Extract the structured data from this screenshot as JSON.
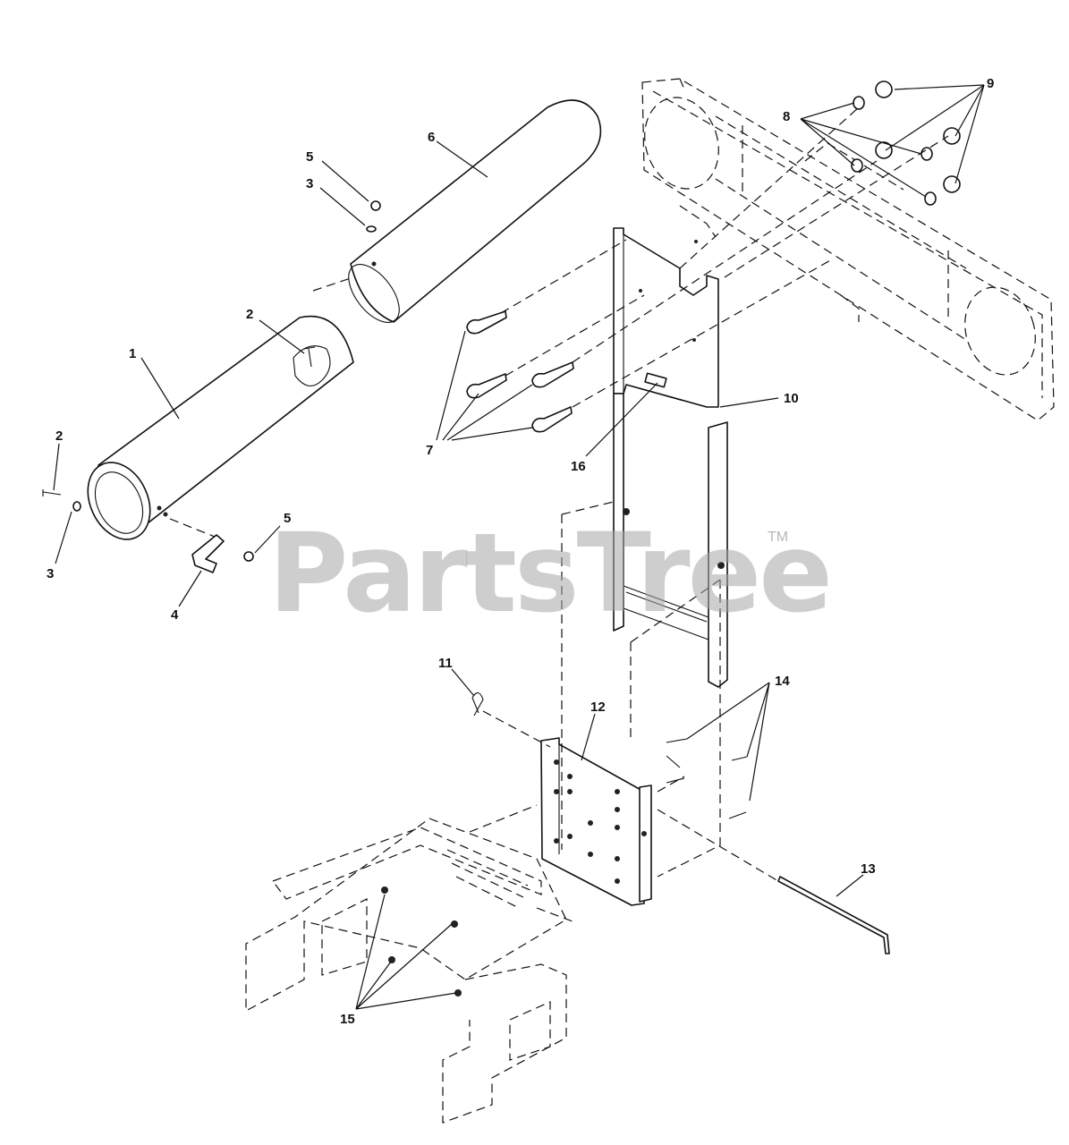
{
  "watermark": {
    "text": "PartsTree",
    "trademark": "TM"
  },
  "callouts": [
    "1",
    "2",
    "2",
    "3",
    "3",
    "4",
    "5",
    "5",
    "6",
    "7",
    "8",
    "9",
    "10",
    "11",
    "12",
    "13",
    "14",
    "15",
    "16"
  ],
  "colors": {
    "line": "#111111",
    "watermark": "#a5a5a5"
  }
}
